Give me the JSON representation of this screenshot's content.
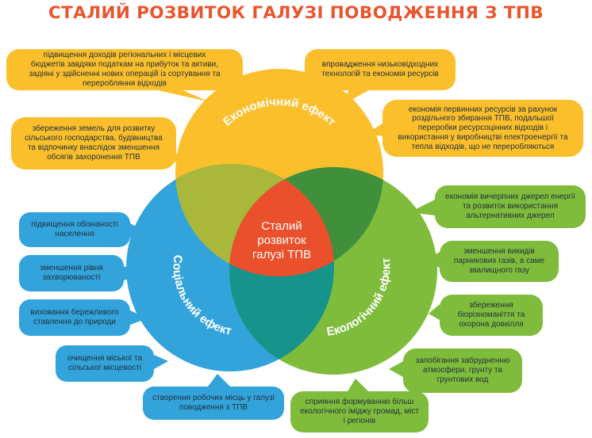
{
  "title": "СТАЛИЙ РОЗВИТОК ГАЛУЗІ ПОВОДЖЕННЯ З ТПВ",
  "colors": {
    "title": "#e9552f",
    "economic": "#fbbf2c",
    "social": "#33a3db",
    "ecological": "#7fbc3c",
    "economic_ecological": "#3f8f3b",
    "economic_social": "#a9b83a",
    "social_ecological": "#16948b",
    "center": "#e9502b"
  },
  "center_label": "Сталий розвиток галузі ТПВ",
  "circles": {
    "economic": "Економічний ефект",
    "social": "Соціальний ефект",
    "ecological": "Екологічний ефект"
  },
  "bubbles": {
    "economic": [
      "підвищення доходів регіональних і місцевих бюджетів завдяки податкам на прибуток та активи, задіяні у здійсненні нових операцій із сортування та переробляння відходів",
      "впровадження низьковідходних технологій та економія ресурсів",
      "збереження земель для розвитку сільського господарства, будівництва та відпочинку внаслідок зменшення обсягів захоронення ТПВ",
      "економія первинних ресурсів за рахунок роздільного збирання ТПВ, подальшої переробки ресурсоцінних відходів і використання у виробництві електроенергії та тепла відходів, що не переробляються"
    ],
    "social": [
      "підвищення обізнаності населення",
      "зменшення рівня захворюваності",
      "виховання бережливого ставлення до природи",
      "очищення міської та сільської місцевості",
      "створення робочих місць у галузі поводження з ТПВ"
    ],
    "ecological": [
      "економія вичерпних джерел енергії та розвиток використання альтернативних джерел",
      "зменшення викидів парникових газів, а саме звалищного газу",
      "збереження біорізноманіття та охорона довкілля",
      "запобігання забрудненню атмосфери, грунту та грунтових вод",
      "сприяння формуванню більш екологічного іміджу громад, міст і регіонів"
    ]
  }
}
